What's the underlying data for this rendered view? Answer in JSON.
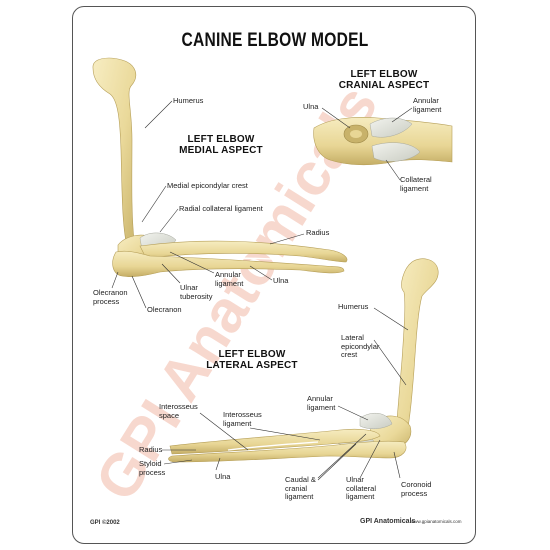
{
  "title": "CANINE ELBOW MODEL",
  "watermark": "GPI Anatomicals",
  "colors": {
    "bone": "#efe2a4",
    "bone_shade": "#c9b36a",
    "ligament": "#d9dcd2",
    "line": "#333333",
    "watermark_red": "#f1b9a7"
  },
  "medial": {
    "heading": "LEFT ELBOW\nMEDIAL ASPECT",
    "labels": {
      "humerus": "Humerus",
      "medial_epicondylar_crest": "Medial epicondylar crest",
      "radial_collateral_ligament": "Radial collateral ligament",
      "radius": "Radius",
      "annular_ligament": "Annular\nligament",
      "ulna": "Ulna",
      "ulnar_tuberosity": "Ulnar\ntuberosity",
      "olecranon_process": "Olecranon\nprocess",
      "olecranon": "Olecranon"
    }
  },
  "cranial": {
    "heading": "LEFT ELBOW\nCRANIAL ASPECT",
    "labels": {
      "ulna": "Ulna",
      "annular_ligament": "Annular\nligament",
      "collateral_ligament": "Collateral\nligament"
    }
  },
  "lateral": {
    "heading": "LEFT ELBOW\nLATERAL ASPECT",
    "labels": {
      "humerus": "Humerus",
      "lateral_epicondylar_crest": "Lateral\nepicondylar\ncrest",
      "annular_ligament": "Annular\nligament",
      "interosseus_space": "Interosseus\nspace",
      "interosseus_ligament": "Interosseus\nligament",
      "radius": "Radius",
      "styloid_process": "Styloid\nprocess",
      "ulna": "Ulna",
      "caudal_cranial_ligament": "Caudal &\ncranial\nligament",
      "ulnar_collateral_ligament": "Ulnar\ncollateral\nligament",
      "coronoid_process": "Coronoid\nprocess"
    }
  },
  "footer": {
    "copyright": "GPI ©2002",
    "brand": "GPI Anatomicals",
    "url": "www.gpianatomicals.com"
  }
}
